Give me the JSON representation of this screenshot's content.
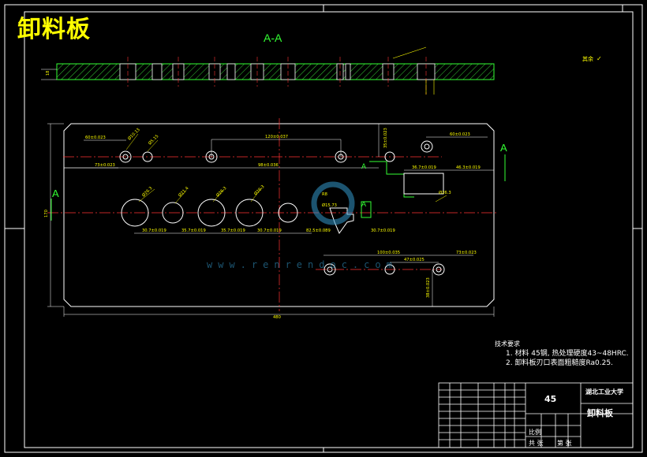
{
  "drawing_title": "卸料板",
  "section_label": "A-A",
  "section_marks": [
    "A",
    "A",
    "A",
    "A"
  ],
  "roughness_note": "其余",
  "dimensions": {
    "overall_width": "480",
    "overall_height": "170",
    "thickness": "18",
    "dims_top": [
      "60±0.023",
      "120±0.037",
      "60±0.023"
    ],
    "dims_mid": [
      "73±0.023",
      "98±0.036",
      "36.7±0.019",
      "46.3±0.019"
    ],
    "dims_lower": [
      "30.7±0.019",
      "35.7±0.019",
      "35.7±0.019",
      "30.7±0.019",
      "30.7±0.019",
      "82.5±0.089"
    ],
    "dims_bottom": [
      "100±0.035",
      "47±0.025",
      "73±0.023"
    ],
    "dims_side": [
      "35±0.023",
      "38±0.023"
    ],
    "hole_labels": [
      "Ø10.13",
      "Ø5.15",
      "Ø26.3",
      "Ø21.4",
      "Ø26.3",
      "Ø26.3",
      "Ø26.3",
      "R8",
      "Ø15.73"
    ]
  },
  "tech_requirements": {
    "heading": "技术要求",
    "items": [
      "1. 材料 45钢, 热处理硬度43~48HRC.",
      "2. 卸料板刃口表面粗糙度Ra0.25."
    ]
  },
  "title_block": {
    "material": "45",
    "school": "湖北工业大学",
    "part_name": "卸料板",
    "scale_label": "比例",
    "sheet_label": "第 张",
    "total_label": "共 张"
  },
  "watermark": "www.renrendoc.com"
}
